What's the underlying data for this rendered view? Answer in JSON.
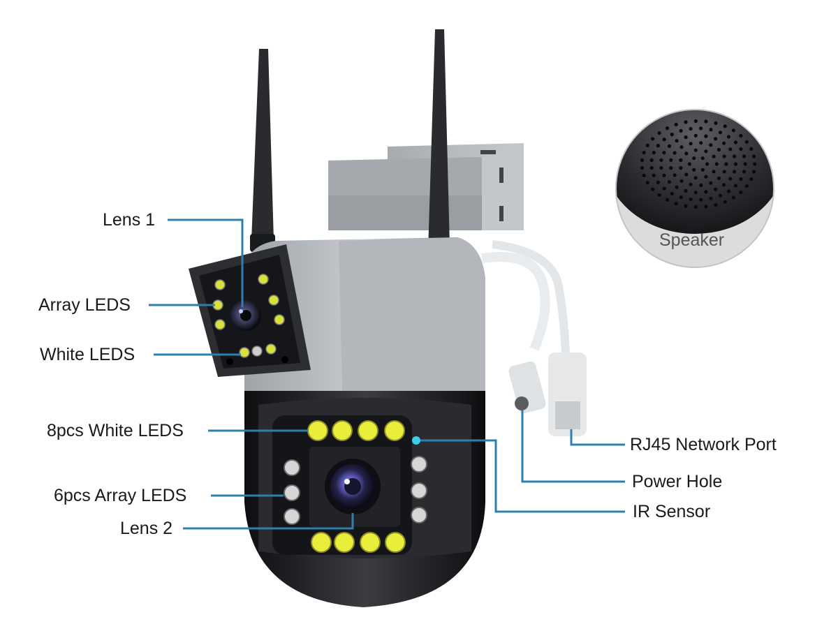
{
  "labels": {
    "lens1": "Lens 1",
    "array_leds": "Array LEDS",
    "white_leds": "White LEDS",
    "white_leds_8": "8pcs White LEDS",
    "array_leds_6": "6pcs Array LEDS",
    "lens2": "Lens 2",
    "rj45": "RJ45 Network Port",
    "power_hole": "Power Hole",
    "ir_sensor": "IR Sensor",
    "speaker": "Speaker"
  },
  "colors": {
    "leader_line": "#2e7fb0",
    "camera_gray": "#8d9297",
    "camera_dark": "#1c1d20",
    "led_yellow": "#e9ee3a",
    "ir_dot": "#3ad0e8"
  },
  "icons": {
    "speaker_inset": "speaker-grille-icon"
  }
}
